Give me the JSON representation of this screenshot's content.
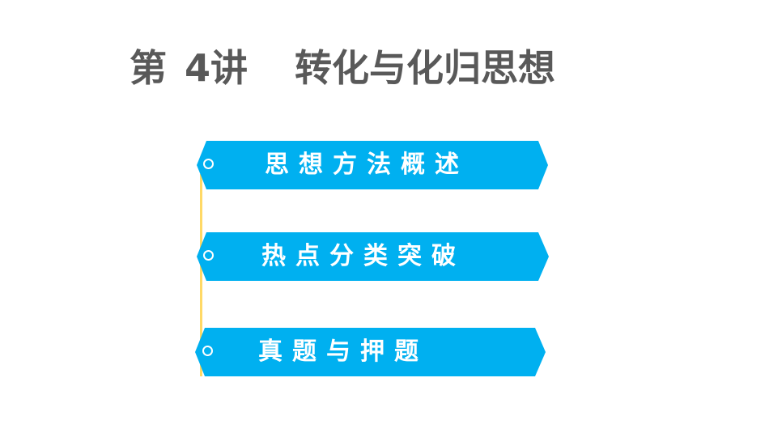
{
  "title": {
    "prefix": "第",
    "number": "4",
    "suffix": "讲",
    "topic": "转化与化归思想"
  },
  "colors": {
    "banner": "#00B0F0",
    "title": "#595959",
    "timeline": "#FFD966"
  },
  "menu": {
    "items": [
      {
        "label": "思想方法概述",
        "icon": "circle-icon"
      },
      {
        "label": "热点分类突破",
        "icon": "circle-icon"
      },
      {
        "label": "真题与押题",
        "icon": "circle-icon"
      }
    ]
  }
}
